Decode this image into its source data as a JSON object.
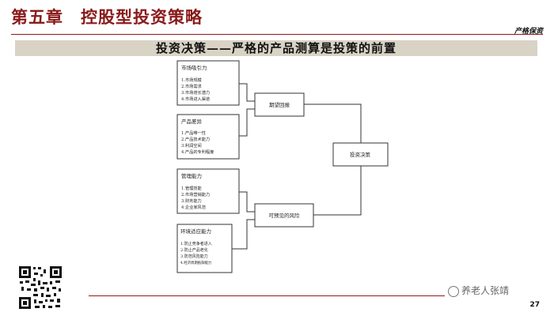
{
  "header": {
    "chapter_title": "第五章　控股型投资策略",
    "brand": "产格保资"
  },
  "banner": {
    "title": "投资决策——严格的产品测算是投策的前置"
  },
  "diagram": {
    "factors": [
      {
        "title": "市场吸引力",
        "items": [
          "1.市场规模",
          "2.市场需求",
          "3.市场增长潜力",
          "4.市场进入渠道"
        ]
      },
      {
        "title": "产品差异",
        "items": [
          "1.产品唯一性",
          "2.产品技术能力",
          "3.利润空间",
          "4.产品的专利程度"
        ]
      },
      {
        "title": "管理能力",
        "items": [
          "1.管理技能",
          "2.市场营销能力",
          "3.财务能力",
          "4.企业家风范"
        ]
      },
      {
        "title": "环境适应能力",
        "items": [
          "1.防止竞争者进入",
          "2.防止产品老化",
          "3.防范风险能力",
          "4.经济周期抵御能力"
        ]
      }
    ],
    "middle": [
      "期望回报",
      "可预见的风险"
    ],
    "decision": "投资决策"
  },
  "footer": {
    "watermark": "养老人张靖",
    "page_number": "27"
  }
}
